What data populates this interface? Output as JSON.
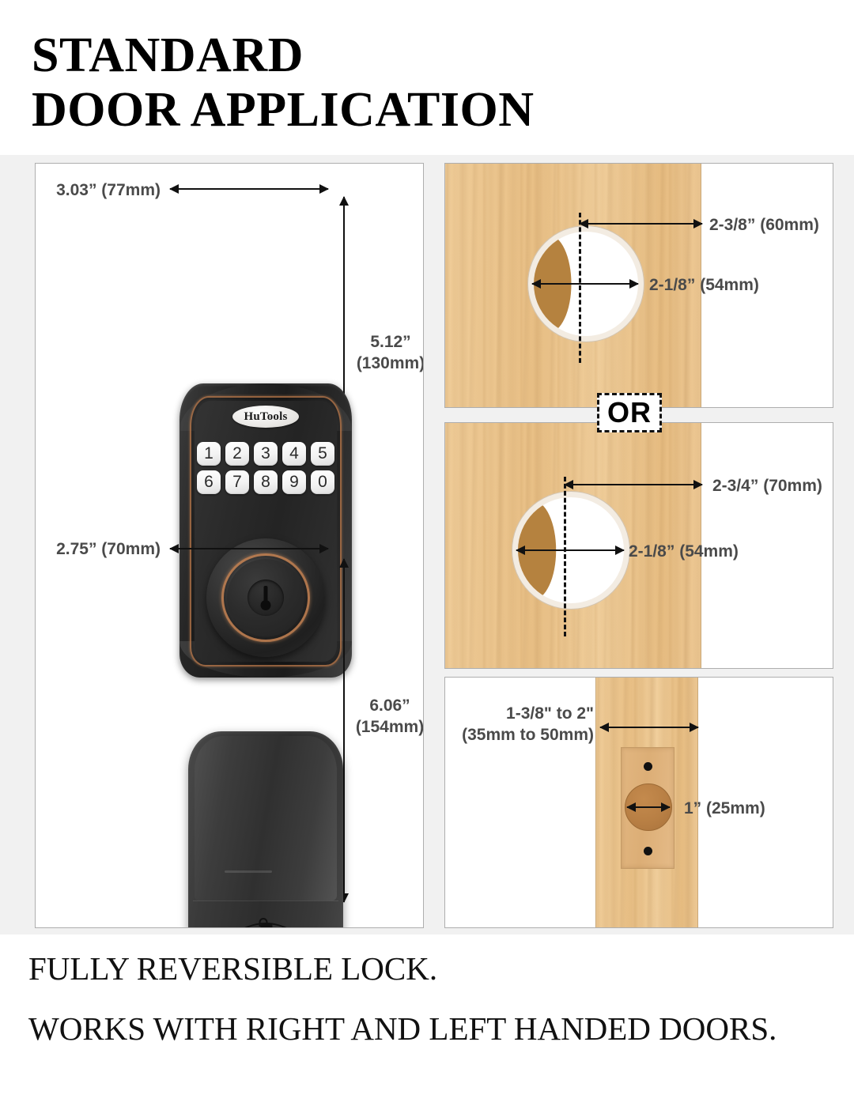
{
  "heading": "STANDARD\nDOOR APPLICATION",
  "footer": {
    "line1": "FULLY REVERSIBLE LOCK.",
    "line2": "WORKS WITH RIGHT AND LEFT HANDED DOORS."
  },
  "or_badge": "OR",
  "lock": {
    "brand": "HuTools",
    "keypad_row1": [
      "1",
      "2",
      "3",
      "4",
      "5"
    ],
    "keypad_row2": [
      "6",
      "7",
      "8",
      "9",
      "0"
    ]
  },
  "dimensions": {
    "exterior_width": "3.03” (77mm)",
    "exterior_height": "5.12”\n(130mm)",
    "interior_width": "2.75” (70mm)",
    "interior_height": "6.06”\n(154mm)",
    "backset_a": "2-3/8” (60mm)",
    "bore_a": "2-1/8” (54mm)",
    "backset_b": "2-3/4” (70mm)",
    "bore_b": "2-1/8” (54mm)",
    "door_thickness": "1-3/8\" to 2\"\n(35mm to 50mm)",
    "latch_bore": "1” (25mm)"
  },
  "colors": {
    "page_background": "#ffffff",
    "band_background": "#f1f1f1",
    "panel_border": "#aeaeae",
    "wood": "#edc68f",
    "dimension_text": "#4a4a4a",
    "arrow": "#111111",
    "lock_body": "#2a2a2a",
    "bronze_accent": "#c68352"
  }
}
